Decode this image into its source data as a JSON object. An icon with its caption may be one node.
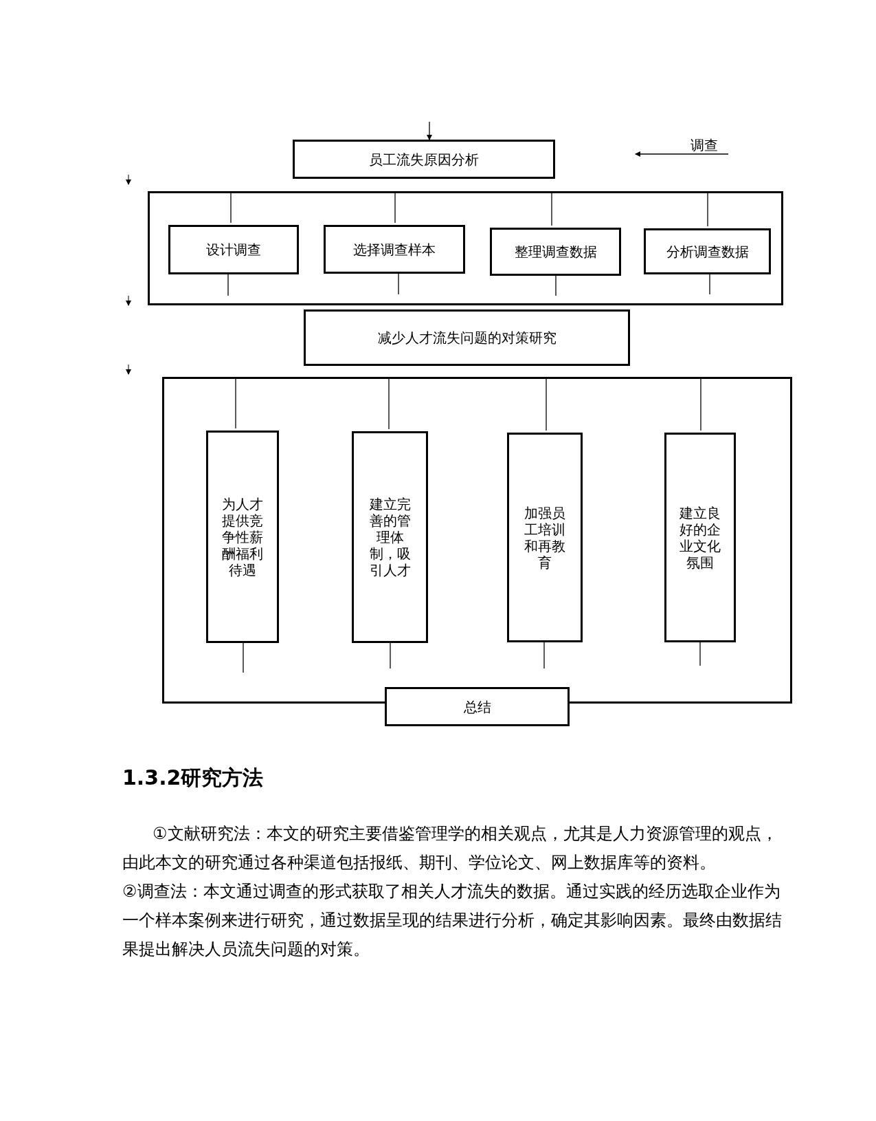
{
  "diagram": {
    "nodes": [
      {
        "text": [
          "员工流失原因分析"
        ]
      },
      {
        "text": [
          "调查"
        ]
      },
      {
        "text": [],
        "shape": "box"
      },
      {
        "text": [
          "设计调查"
        ],
        "in": 2
      },
      {
        "text": [
          "选择调查样本"
        ],
        "in": 2
      },
      {
        "text": [
          "整理调查数据"
        ],
        "in": 2
      },
      {
        "text": [
          "分析调查数据"
        ],
        "in": 2
      },
      {
        "text": [
          "减少人才流失问题的对策研究"
        ]
      },
      {
        "text": [],
        "shape": "box"
      },
      {
        "text": [
          "为人才提供竞争性薪酬福利待遇"
        ],
        "in": 8
      },
      {
        "text": [
          "建立完善的管理体制，吸引人才"
        ],
        "in": 8
      },
      {
        "text": [
          "加强员工培训和再教育"
        ],
        "in": 8
      },
      {
        "text": [
          "建立良好的企业文化氛围"
        ],
        "in": 8
      },
      {
        "text": [
          "总结"
        ]
      }
    ],
    "edges": [
      {
        "from": null,
        "to": 0,
        "arrow": "to"
      },
      {
        "from": 1,
        "to": null,
        "arrow": "to"
      },
      {
        "from": 2,
        "to": 3,
        "arrow": "none"
      },
      {
        "from": 2,
        "to": 4,
        "arrow": "none"
      },
      {
        "from": 2,
        "to": 5,
        "arrow": "none"
      },
      {
        "from": 2,
        "to": 6,
        "arrow": "none"
      },
      {
        "from": 3,
        "to": null,
        "arrow": "none"
      },
      {
        "from": 4,
        "to": null,
        "arrow": "none"
      },
      {
        "from": 5,
        "to": null,
        "arrow": "none"
      },
      {
        "from": 6,
        "to": null,
        "arrow": "none"
      },
      {
        "from": 8,
        "to": 9,
        "arrow": "none"
      },
      {
        "from": 8,
        "to": 10,
        "arrow": "none"
      },
      {
        "from": 8,
        "to": 11,
        "arrow": "none"
      },
      {
        "from": 8,
        "to": 12,
        "arrow": "none"
      },
      {
        "from": 9,
        "to": null,
        "arrow": "none"
      },
      {
        "from": 10,
        "to": null,
        "arrow": "none"
      },
      {
        "from": 11,
        "to": null,
        "arrow": "none"
      },
      {
        "from": 12,
        "to": null,
        "arrow": "none"
      }
    ],
    "labels": [
      "1.3.2研究方法",
      "①文献研究法：本文的研究主要借鉴管理学的相关观点，尤其是人力资源管理的观点，由此本文的研究通过各种渠道包括报纸、期刊、学位论文、网上数据库等的资料。",
      "②调查法：本文通过调查的形式获取了相关人才流失的数据。通过实践的经历选取企业作为一个样本案例来进行研究，通过数据呈现的结果进行分析，确定其影响因素。最终由数据结果提出解决人员流失问题的对策。"
    ]
  }
}
